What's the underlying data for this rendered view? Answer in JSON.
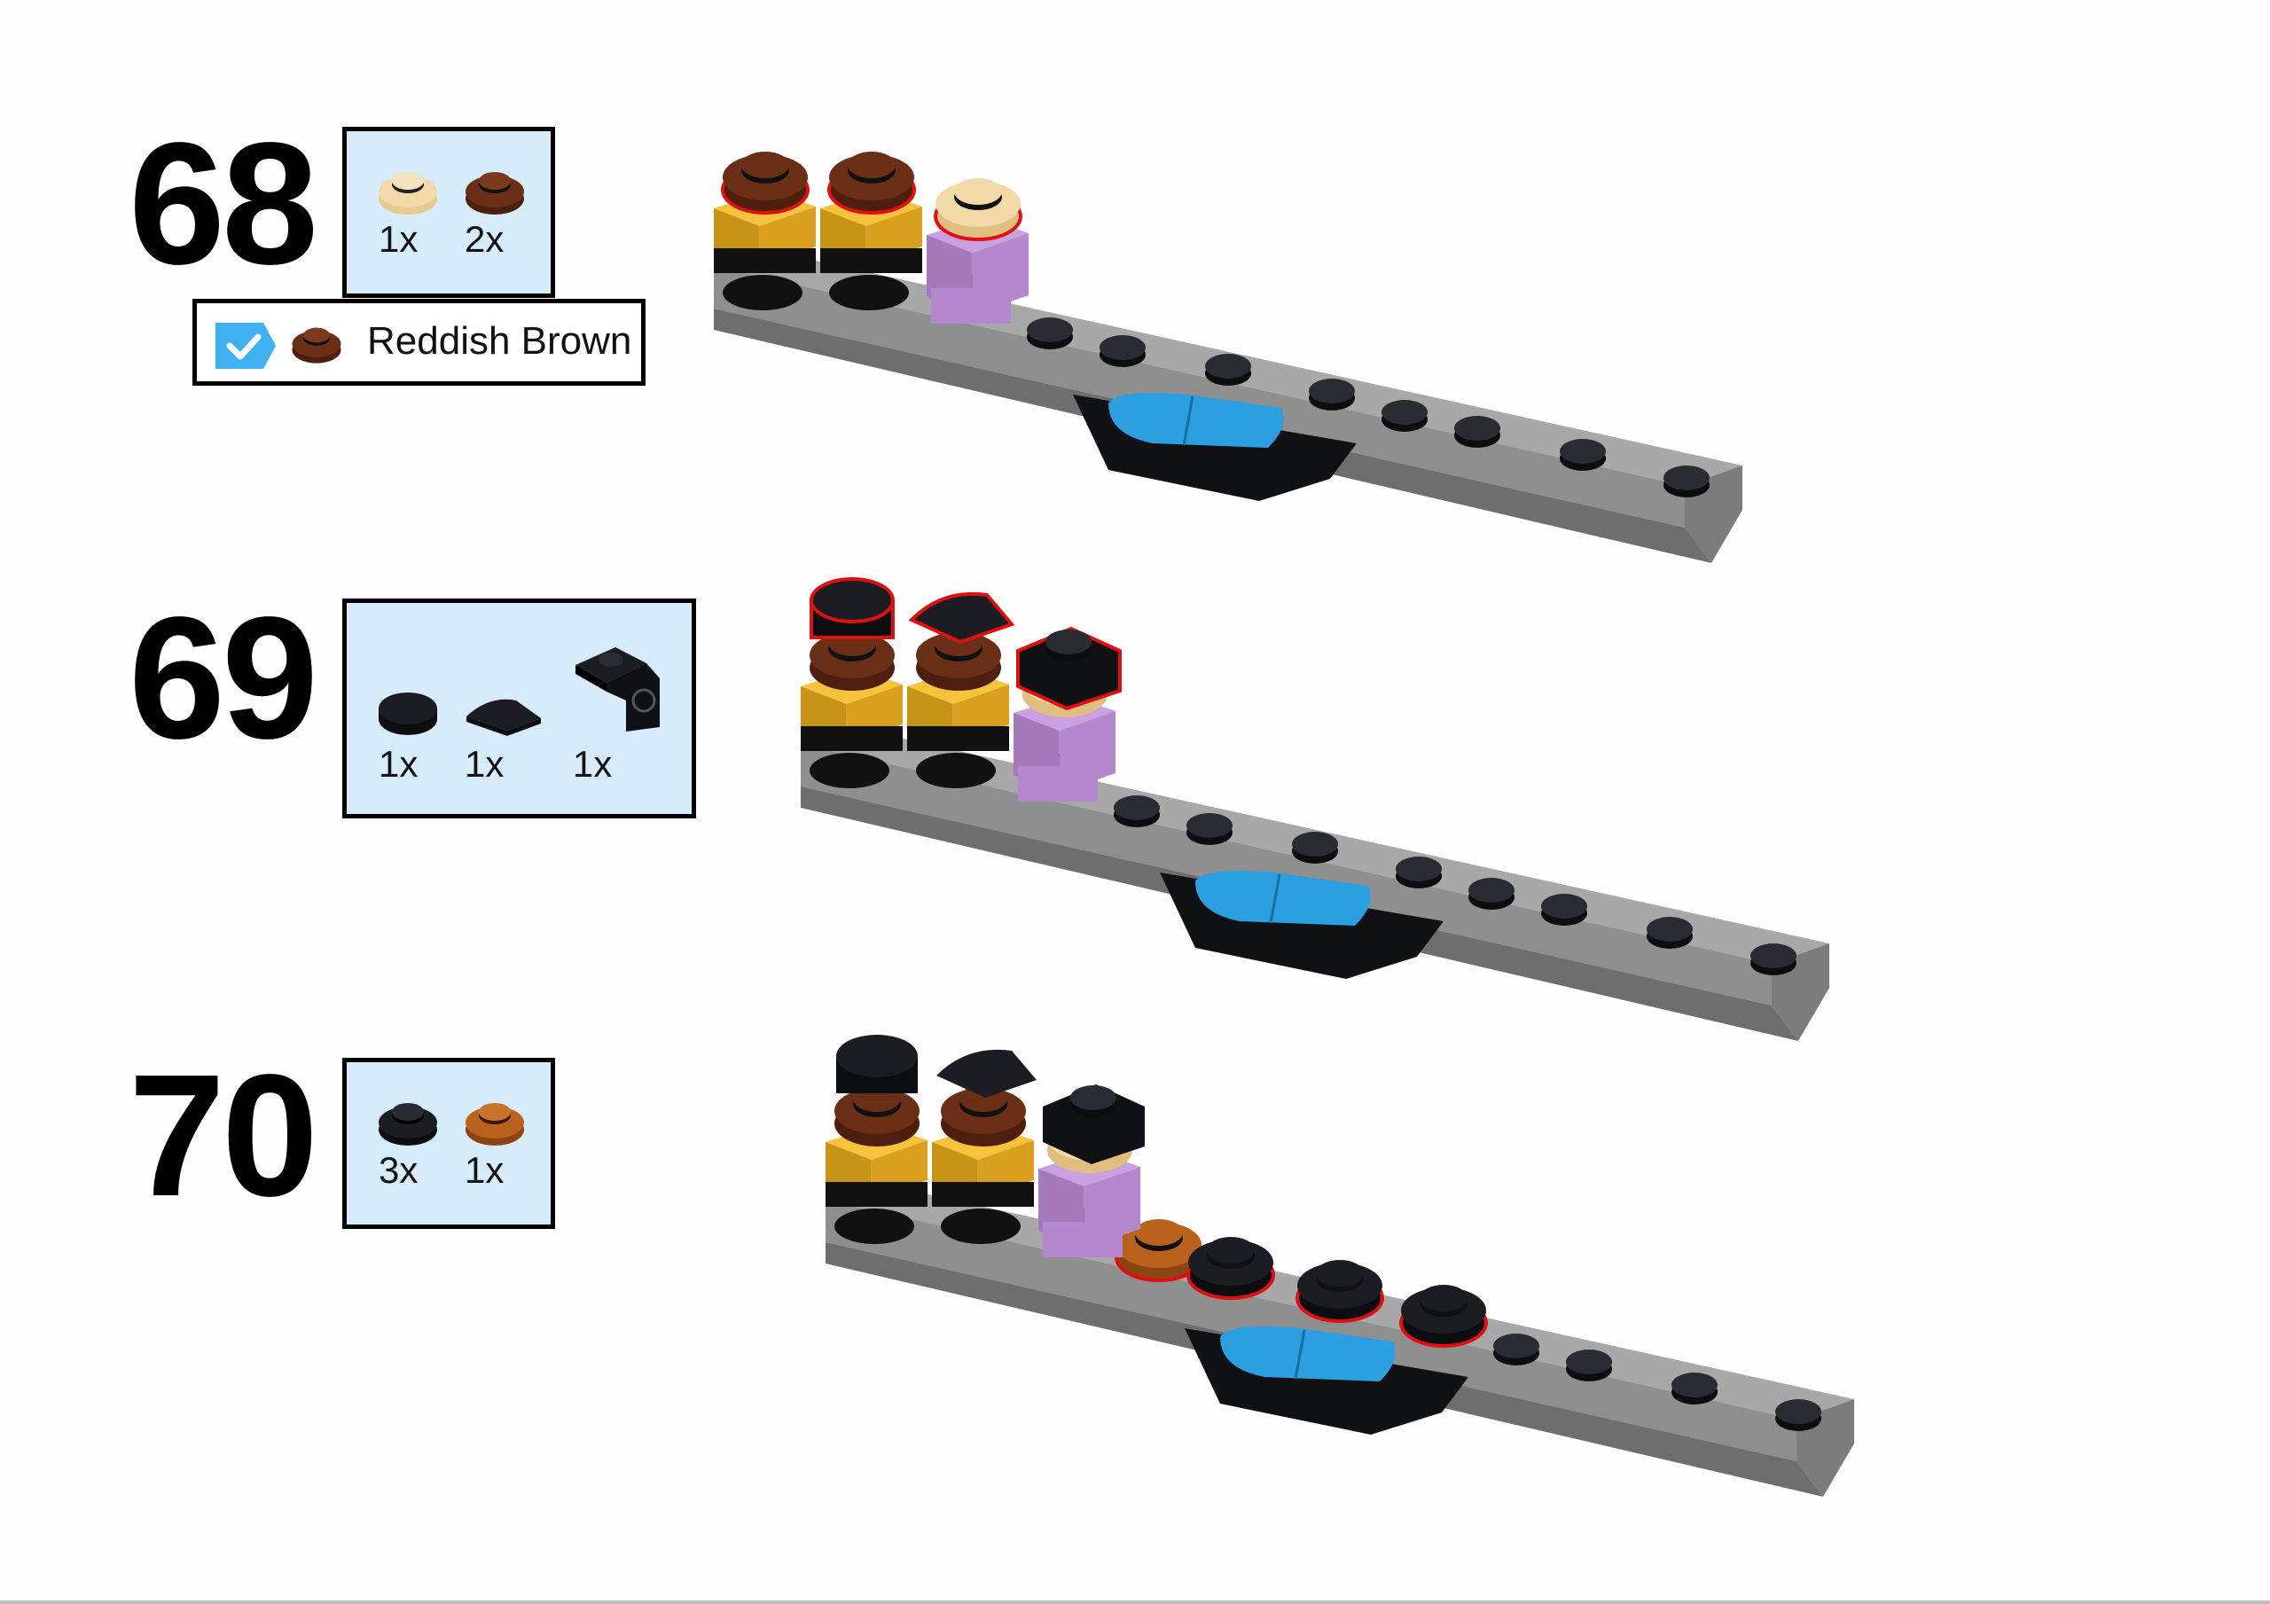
{
  "steps": [
    {
      "number": "68",
      "parts": [
        {
          "name": "round-plate-tan",
          "qty": "1x"
        },
        {
          "name": "round-plate-reddish-brown",
          "qty": "2x"
        }
      ],
      "color_filter": {
        "label": "Reddish Brown",
        "checked": true
      }
    },
    {
      "number": "69",
      "parts": [
        {
          "name": "round-tile-black",
          "qty": "1x"
        },
        {
          "name": "quarter-tile-black",
          "qty": "1x"
        },
        {
          "name": "bracket-black",
          "qty": "1x"
        }
      ]
    },
    {
      "number": "70",
      "parts": [
        {
          "name": "round-plate-black",
          "qty": "3x"
        },
        {
          "name": "round-plate-orange",
          "qty": "1x"
        }
      ]
    }
  ],
  "colors": {
    "callout_bg": "#d6ecfb",
    "tan": "#f3d9a8",
    "reddish_brown": "#6b2e16",
    "black": "#1b1d22",
    "orange": "#b8621d",
    "yellow": "#f7c23c",
    "lavender": "#c9a0e0",
    "blue": "#2b9fe0",
    "gray_light": "#a8a8a8",
    "gray_dark": "#7c7c7c",
    "highlight": "#e01010",
    "check": "#3fb0f0"
  }
}
